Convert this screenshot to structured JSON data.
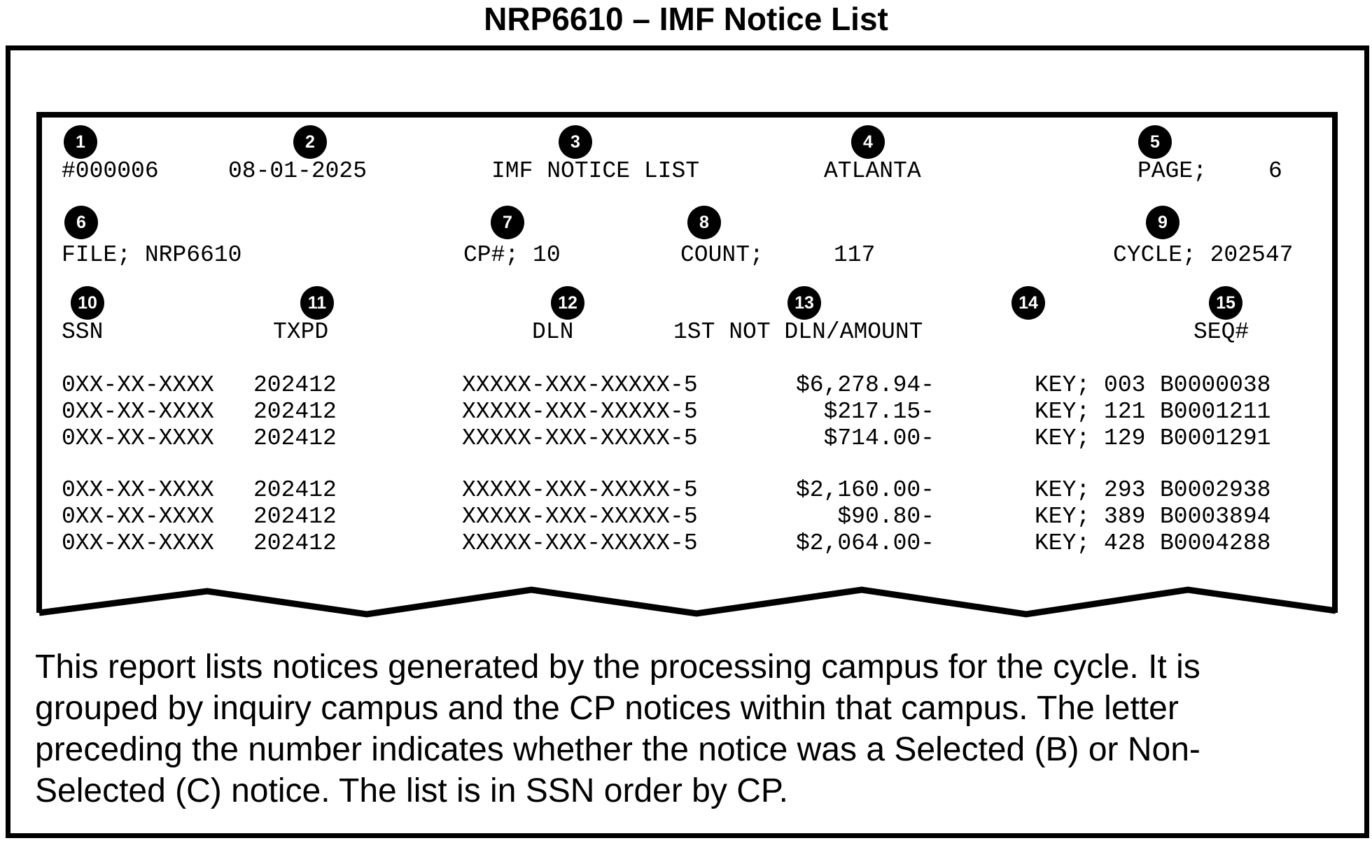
{
  "page_title": "NRP6610 – IMF Notice List",
  "badges": [
    "1",
    "2",
    "3",
    "4",
    "5",
    "6",
    "7",
    "8",
    "9",
    "10",
    "11",
    "12",
    "13",
    "14",
    "15"
  ],
  "report": {
    "line1": {
      "doc_number": "#000006",
      "date": "08-01-2025",
      "list_title": "IMF NOTICE LIST",
      "campus": "ATLANTA",
      "page_label": "PAGE;",
      "page_value": "6"
    },
    "line2": {
      "file": "FILE; NRP6610",
      "cp": "CP#; 10",
      "count_label": "COUNT;",
      "count_value": "117",
      "cycle": "CYCLE; 202547"
    },
    "columns": {
      "ssn": "SSN",
      "txpd": "TXPD",
      "dln": "DLN",
      "amount": "1ST NOT DLN/AMOUNT",
      "seq": "SEQ#"
    },
    "rows": [
      {
        "ssn": "0XX-XX-XXXX",
        "txpd": "202412",
        "dln": "XXXXX-XXX-XXXXX-5",
        "amount": "$6,278.94-",
        "key": "KEY; 003",
        "seq": "B0000038"
      },
      {
        "ssn": "0XX-XX-XXXX",
        "txpd": "202412",
        "dln": "XXXXX-XXX-XXXXX-5",
        "amount": "$217.15-",
        "key": "KEY; 121",
        "seq": "B0001211"
      },
      {
        "ssn": "0XX-XX-XXXX",
        "txpd": "202412",
        "dln": "XXXXX-XXX-XXXXX-5",
        "amount": "$714.00-",
        "key": "KEY; 129",
        "seq": "B0001291"
      },
      {
        "ssn": "0XX-XX-XXXX",
        "txpd": "202412",
        "dln": "XXXXX-XXX-XXXXX-5",
        "amount": "$2,160.00-",
        "key": "KEY; 293",
        "seq": "B0002938"
      },
      {
        "ssn": "0XX-XX-XXXX",
        "txpd": "202412",
        "dln": "XXXXX-XXX-XXXXX-5",
        "amount": "$90.80-",
        "key": "KEY; 389",
        "seq": "B0003894"
      },
      {
        "ssn": "0XX-XX-XXXX",
        "txpd": "202412",
        "dln": "XXXXX-XXX-XXXXX-5",
        "amount": "$2,064.00-",
        "key": "KEY; 428",
        "seq": "B0004288"
      }
    ]
  },
  "description": {
    "lines": [
      "This report lists notices generated by the processing campus for the cycle. It is",
      "grouped by inquiry campus and the CP notices within that campus. The letter",
      "preceding the number indicates whether the notice was a Selected (B) or Non-",
      "Selected (C) notice. The list is in SSN order by CP."
    ]
  },
  "colors": {
    "ink": "#000000",
    "paper": "#ffffff"
  }
}
